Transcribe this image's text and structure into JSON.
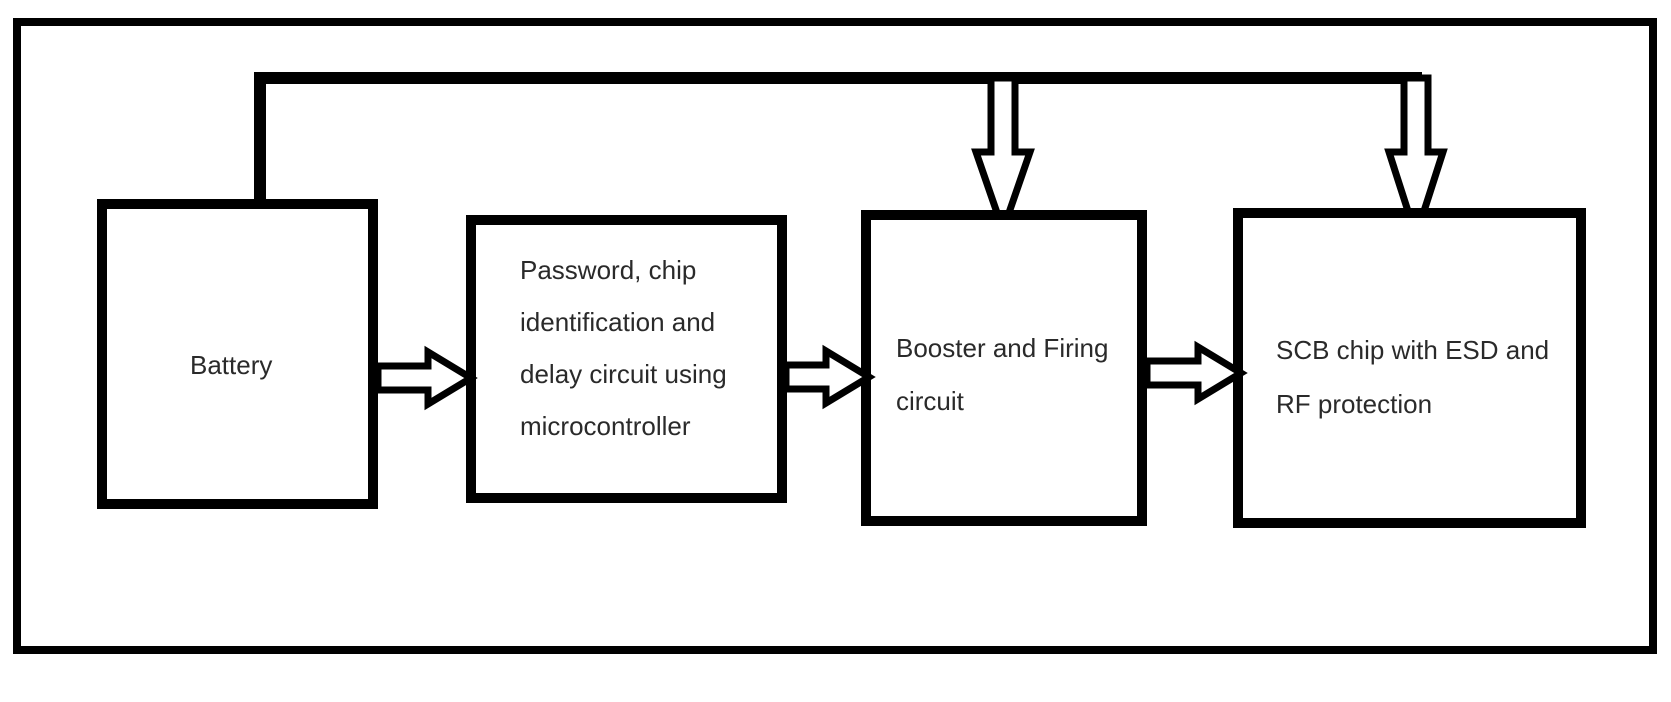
{
  "diagram": {
    "blocks": [
      {
        "id": "battery",
        "lines": [
          "Battery"
        ]
      },
      {
        "id": "controller",
        "lines": [
          "Password, chip",
          "identification and",
          "delay circuit using",
          "microcontroller"
        ]
      },
      {
        "id": "booster",
        "lines": [
          "Booster and Firing",
          "circuit"
        ]
      },
      {
        "id": "scb",
        "lines": [
          "SCB chip with ESD and",
          "RF protection"
        ]
      }
    ],
    "colors": {
      "line": "#000000",
      "arrow_fill": "#ffffff",
      "text": "#2a2a2a",
      "background": "#ffffff"
    }
  }
}
